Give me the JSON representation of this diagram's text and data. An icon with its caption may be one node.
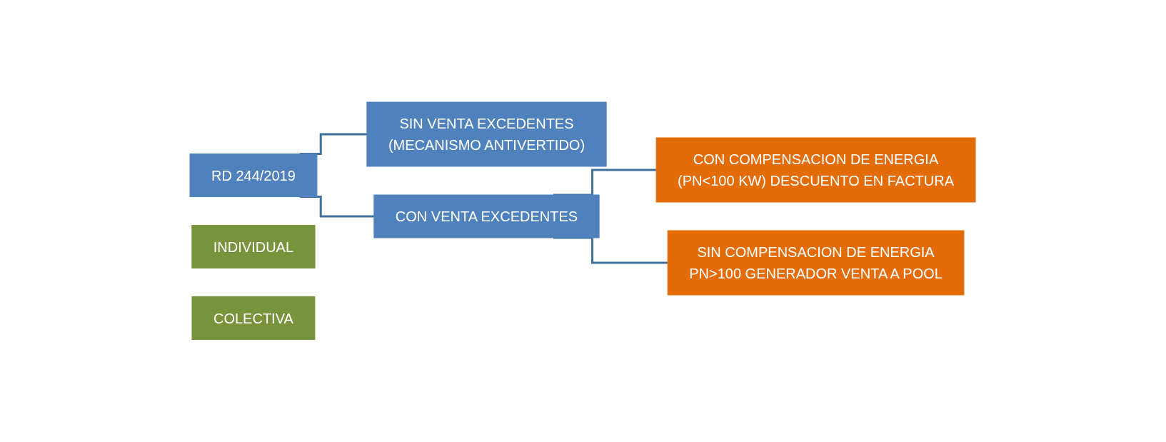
{
  "diagram": {
    "nodes": [
      {
        "text": [
          "RD 244/2019"
        ]
      },
      {
        "text": [
          "SIN VENTA EXCEDENTES",
          "(MECANISMO ANTIVERTIDO)"
        ]
      },
      {
        "text": [
          "CON VENTA EXCEDENTES"
        ]
      },
      {
        "text": [
          "CON COMPENSACION DE ENERGIA",
          "(PN<100 KW) DESCUENTO EN FACTURA"
        ]
      },
      {
        "text": [
          "SIN COMPENSACION DE ENERGIA",
          "PN>100 GENERADOR VENTA A POOL"
        ]
      },
      {
        "text": [
          "INDIVIDUAL"
        ]
      },
      {
        "text": [
          "COLECTIVA"
        ]
      }
    ],
    "edges": [
      {
        "from": 0,
        "to": 1,
        "arrow": "none"
      },
      {
        "from": 0,
        "to": 2,
        "arrow": "none"
      },
      {
        "from": 2,
        "to": 3,
        "arrow": "none"
      },
      {
        "from": 2,
        "to": 4,
        "arrow": "none"
      }
    ]
  }
}
